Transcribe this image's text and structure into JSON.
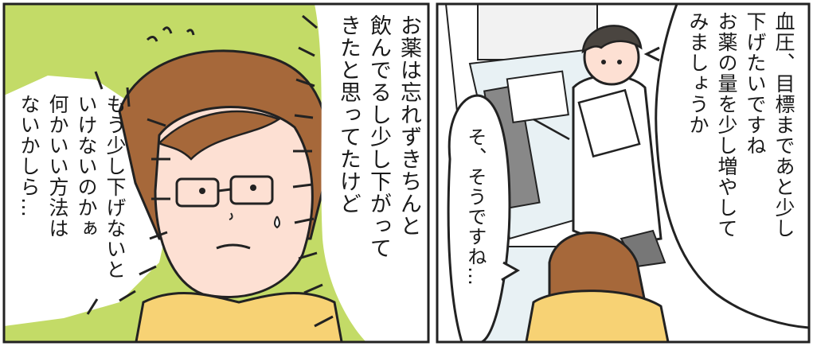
{
  "panels": {
    "left": {
      "speech": [
        "お薬は忘れずきちんと",
        "飲んでるし少し下がって",
        "きたと思ってたけど"
      ],
      "thought": [
        "もう少し下げないと",
        "いけないのかぁ",
        "何かいい方法は",
        "ないかしら…"
      ]
    },
    "right": {
      "doctor_speech": [
        "血圧、目標まであと少し",
        "下げたいですね",
        "お薬の量を少し増やして",
        "みましょうか"
      ],
      "patient_speech": [
        "そ、そうですね…"
      ]
    }
  },
  "colors": {
    "background_green": "#c3db67",
    "skin": "#fde0d3",
    "hair": "#a6683a",
    "sweater": "#f7d274",
    "doctor_coat": "#ffffff",
    "doctor_hair": "#4a4540",
    "outline": "#222222"
  }
}
